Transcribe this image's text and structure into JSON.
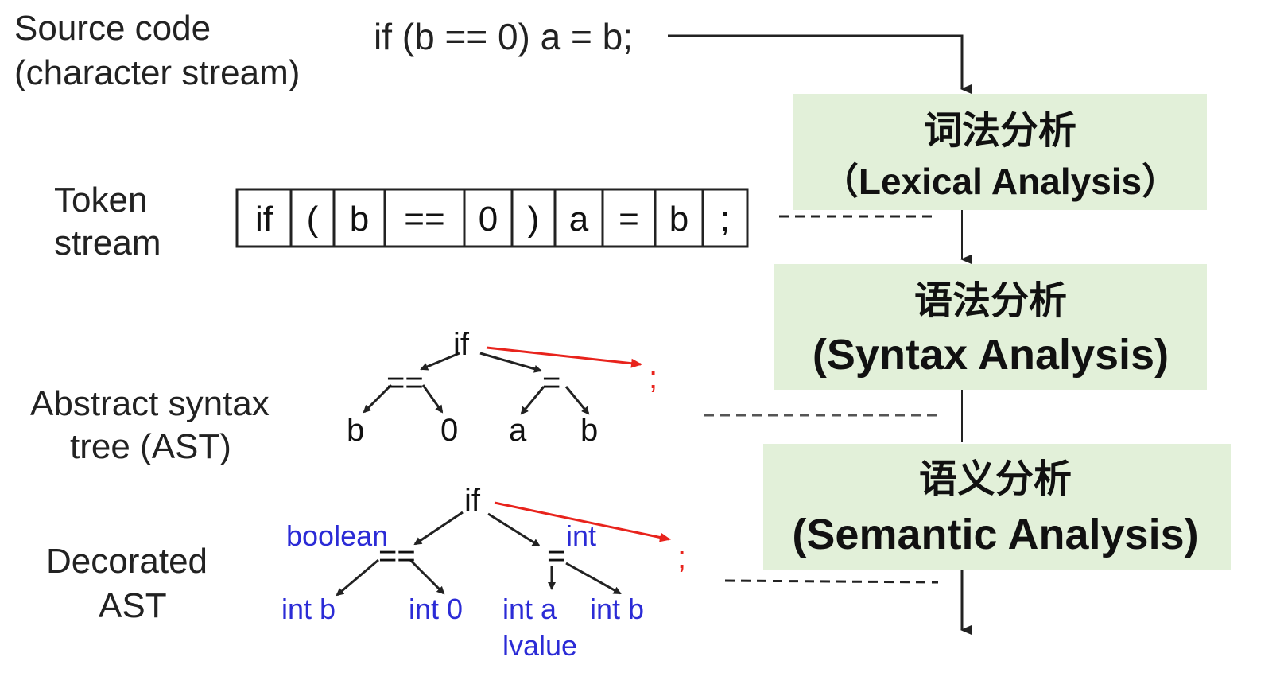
{
  "rows": {
    "source": {
      "line1": "Source code",
      "line2": "(character stream)",
      "code": "if (b == 0) a = b;"
    },
    "tokens": {
      "line1": "Token",
      "line2": "stream",
      "items": [
        "if",
        "(",
        "b",
        "==",
        "0",
        ")",
        "a",
        "=",
        "b",
        ";"
      ]
    },
    "ast": {
      "line1": "Abstract syntax",
      "line2": "tree (AST)"
    },
    "decorated": {
      "line1": "Decorated",
      "line2": "AST"
    }
  },
  "ast": {
    "root": "if",
    "eq": "==",
    "assign": "=",
    "semi": ";",
    "b": "b",
    "zero": "0",
    "a": "a",
    "b2": "b"
  },
  "decorated": {
    "root": "if",
    "eq": "==",
    "assign": "=",
    "semi": ";",
    "boolean": "boolean",
    "int": "int",
    "int_b": "int b",
    "int_0": "int 0",
    "int_a": "int a",
    "lvalue": "lvalue",
    "int_b2": "int b"
  },
  "stages": [
    {
      "title": "词法分析",
      "subtitle": "（Lexical Analysis）"
    },
    {
      "title": "语法分析",
      "subtitle": "(Syntax Analysis)"
    },
    {
      "title": "语义分析",
      "subtitle": "(Semantic Analysis)"
    }
  ],
  "colors": {
    "stage_fill": "#e2f0d9",
    "decoration": "#2b2bd6",
    "semicolon_arrow": "#e8231c"
  }
}
